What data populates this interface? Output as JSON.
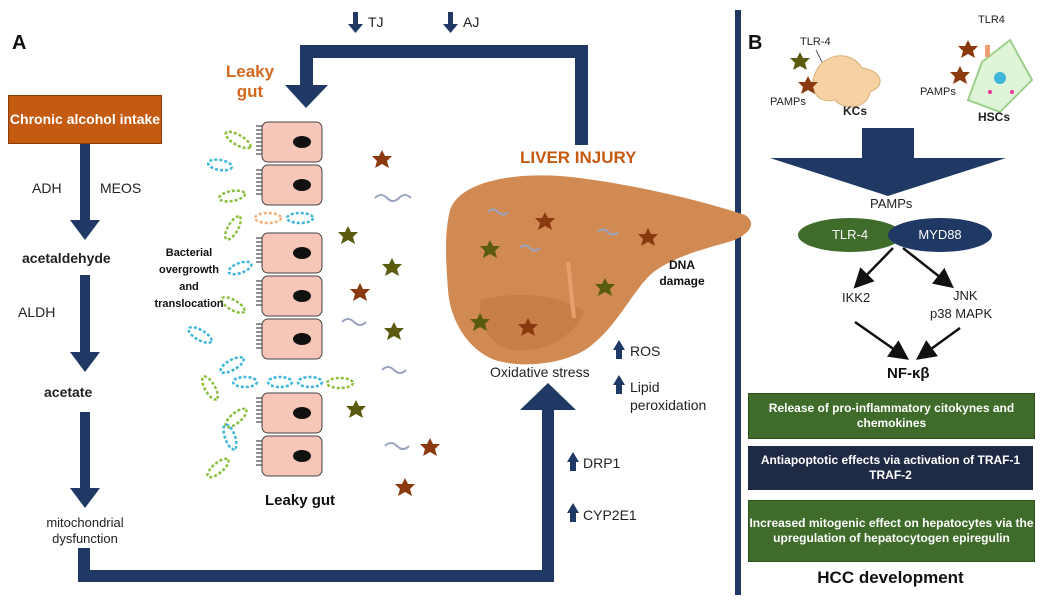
{
  "panel_a": {
    "letter": "A",
    "chronic_alcohol": "Chronic alcohol intake",
    "adh": "ADH",
    "meos": "MEOS",
    "acetaldehyde": "acetaldehyde",
    "aldh": "ALDH",
    "acetate": "acetate",
    "mito": "mitochondrial dysfunction",
    "leaky_gut_title": "Leaky gut",
    "leaky_gut_label": "Leaky gut",
    "bacterial": "Bacterial overgrowth and translocation",
    "tj": "TJ",
    "aj": "AJ",
    "liver_injury": "LIVER INJURY",
    "dna_damage": "DNA damage",
    "oxidative_stress": "Oxidative stress",
    "ros": "ROS",
    "lipid_perox": "Lipid peroxidation",
    "drp1": "DRP1",
    "cyp2e1": "CYP2E1"
  },
  "panel_b": {
    "letter": "B",
    "tlr4_kc": "TLR-4",
    "tlr4_hsc": "TLR4",
    "pamps_kc": "PAMPs",
    "pamps_hsc": "PAMPs",
    "kcs": "KCs",
    "hscs": "HSCs",
    "pamps_center": "PAMPs",
    "tlr4_node": "TLR-4",
    "myd88_node": "MYD88",
    "ikk2": "IKK2",
    "jnk": "JNK",
    "p38": "p38 MAPK",
    "nfkb": "NF-κβ",
    "box1": "Release of pro-inflammatory citokynes and chemokines",
    "box2": "Antiapoptotic effects via activation of TRAF-1 TRAF-2",
    "box3": "Increased mitogenic effect on hepatocytes via the upregulation of hepatocytogen epiregulin",
    "hcc": "HCC development"
  },
  "colors": {
    "navy": "#1f3864",
    "orange": "#c55a11",
    "liver": "#d08a52",
    "cell": "#f6c6b8",
    "green_box": "#3f6b2b",
    "dark_box": "#1f2a44"
  }
}
